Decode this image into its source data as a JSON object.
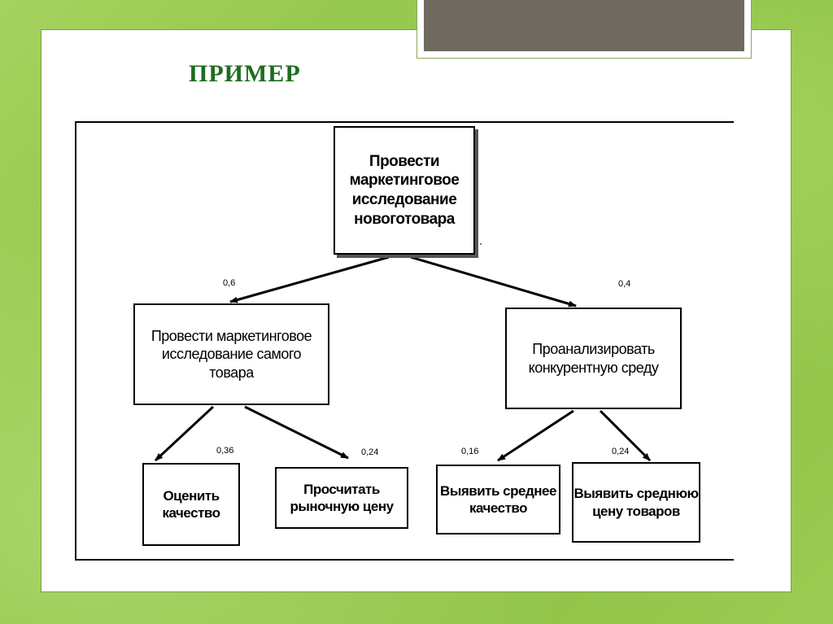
{
  "title": "ПРИМЕР",
  "colors": {
    "background_green": "#8fc24a",
    "title_green": "#1e6d1e",
    "tab_dark": "#6e6a5f"
  },
  "diagram": {
    "root": "Провести\nмаркетинговое\nисследование\nновоготовара",
    "left": "Провести маркетинговое\nисследование самого\nтовара",
    "right": "Проанализировать\nконкурентную среду",
    "quality": "Оценить\nкачество",
    "market_price": "Просчитать\nрыночную цену",
    "avg_quality": "Выявить среднее\nкачество",
    "avg_price": "Выявить среднюю\nцену товаров",
    "weights": {
      "left": "0,6",
      "right": "0,4",
      "quality": "0,36",
      "market_price": "0,24",
      "avg_quality": "0,16",
      "avg_price": "0,24"
    }
  }
}
